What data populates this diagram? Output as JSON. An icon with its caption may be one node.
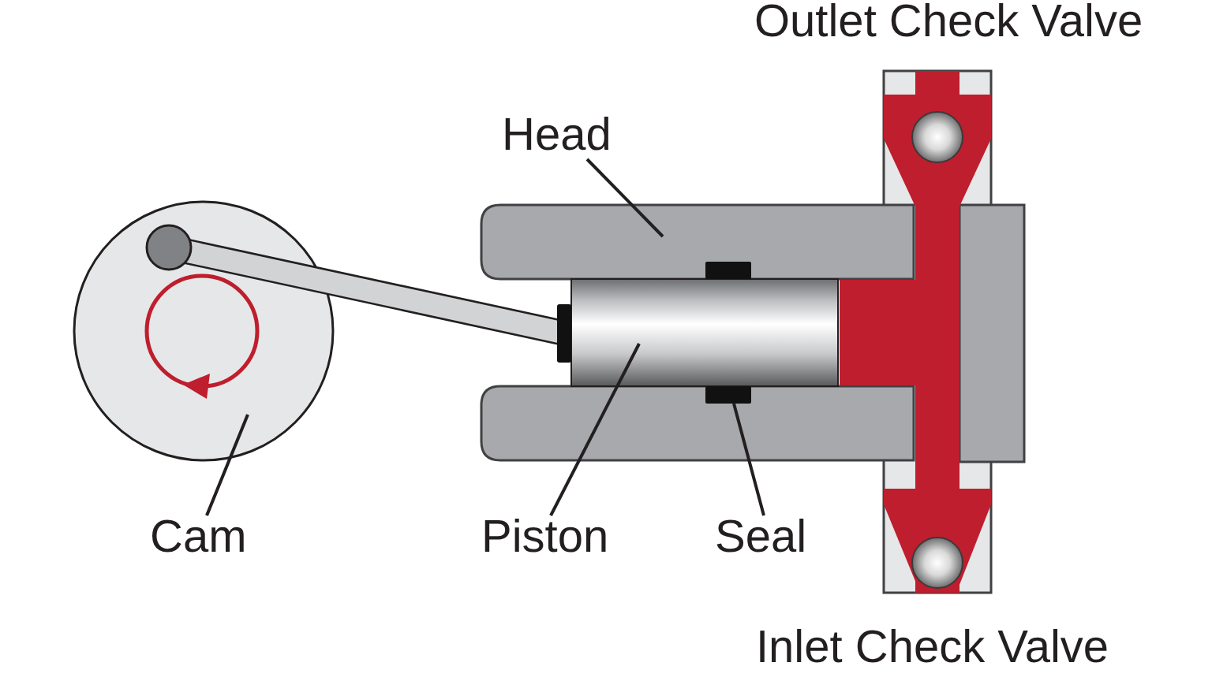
{
  "diagram": {
    "nodes": [
      {
        "text": [
          "Head"
        ]
      },
      {
        "text": [],
        "shape": "box"
      },
      {
        "text": [],
        "shape": "circle"
      },
      {
        "text": [],
        "shape": "bar",
        "in": 1
      },
      {
        "text": [],
        "shape": "cylinder",
        "in": 1
      },
      {
        "text": [],
        "shape": "bar",
        "in": 1
      },
      {
        "text": [
          "Cam"
        ]
      },
      {
        "text": [
          "Piston"
        ]
      },
      {
        "text": [
          "Seal"
        ]
      }
    ],
    "edges": [
      {
        "from": 0,
        "to": 1,
        "arrow": "none"
      },
      {
        "from": 6,
        "to": 2,
        "arrow": "none"
      },
      {
        "from": 7,
        "to": 4,
        "arrow": "none"
      },
      {
        "from": 8,
        "to": 5,
        "arrow": "none"
      }
    ],
    "labels": [
      "Outlet Check Valve",
      "Inlet Check Valve"
    ]
  }
}
